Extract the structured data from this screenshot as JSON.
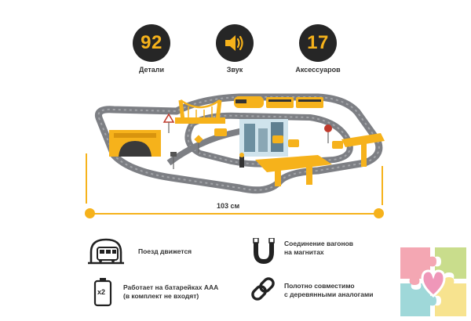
{
  "stats": [
    {
      "value": "92",
      "label": "Детали",
      "icon": "number-badge"
    },
    {
      "value": "",
      "label": "Звук",
      "icon": "speaker-icon"
    },
    {
      "value": "17",
      "label": "Аксессуаров",
      "icon": "number-badge"
    }
  ],
  "dimension": {
    "label": "103 см"
  },
  "features": [
    {
      "icon": "train-icon",
      "text": "Поезд движется"
    },
    {
      "icon": "magnet-icon",
      "line1": "Соединение вагонов",
      "line2": "на магнитах"
    },
    {
      "icon": "battery-icon",
      "line1": "Работает на батарейках AAA",
      "line2": "(в комплект не входят)",
      "badge": "x2"
    },
    {
      "icon": "chain-link-icon",
      "line1": "Полотно совместимо",
      "line2": "с деревянными аналогами"
    }
  ],
  "colors": {
    "accent": "#f6b21b",
    "dark": "#262626",
    "track": "#7d7f84"
  }
}
